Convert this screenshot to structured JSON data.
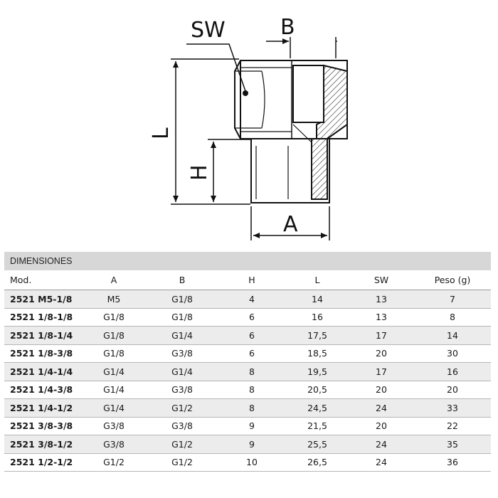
{
  "drawing": {
    "labels": {
      "sw": "SW",
      "b": "B",
      "l": "L",
      "h": "H",
      "a": "A"
    }
  },
  "table": {
    "title": "DIMENSIONES",
    "headers": [
      "Mod.",
      "A",
      "B",
      "H",
      "L",
      "SW",
      "Peso (g)"
    ],
    "rows": [
      [
        "2521 M5-1/8",
        "M5",
        "G1/8",
        "4",
        "14",
        "13",
        "7"
      ],
      [
        "2521 1/8-1/8",
        "G1/8",
        "G1/8",
        "6",
        "16",
        "13",
        "8"
      ],
      [
        "2521 1/8-1/4",
        "G1/8",
        "G1/4",
        "6",
        "17,5",
        "17",
        "14"
      ],
      [
        "2521 1/8-3/8",
        "G1/8",
        "G3/8",
        "6",
        "18,5",
        "20",
        "30"
      ],
      [
        "2521 1/4-1/4",
        "G1/4",
        "G1/4",
        "8",
        "19,5",
        "17",
        "16"
      ],
      [
        "2521 1/4-3/8",
        "G1/4",
        "G3/8",
        "8",
        "20,5",
        "20",
        "20"
      ],
      [
        "2521 1/4-1/2",
        "G1/4",
        "G1/2",
        "8",
        "24,5",
        "24",
        "33"
      ],
      [
        "2521 3/8-3/8",
        "G3/8",
        "G3/8",
        "9",
        "21,5",
        "20",
        "22"
      ],
      [
        "2521 3/8-1/2",
        "G3/8",
        "G1/2",
        "9",
        "25,5",
        "24",
        "35"
      ],
      [
        "2521 1/2-1/2",
        "G1/2",
        "G1/2",
        "10",
        "26,5",
        "24",
        "36"
      ]
    ]
  }
}
